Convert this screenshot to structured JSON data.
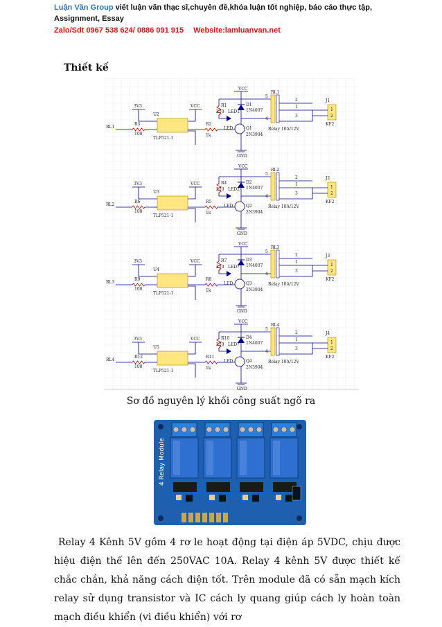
{
  "header": {
    "brand": "Luận Văn Group",
    "line1_rest": " viết luận văn thạc sĩ,chuyên đề,khóa luận tốt nghiệp, báo cáo thực tập,",
    "line2": "Assignment, Essay",
    "contact": "Zalo/Sdt 0967 538 624/ 0886 091 915",
    "website": "Website:lamluanvan.net"
  },
  "section_title": "Thiết kế",
  "schematic": {
    "channels": [
      {
        "in": "RL1",
        "opto": "U2",
        "r_in": "R3",
        "r_led": "R1",
        "led": "LED1",
        "r_base": "R2",
        "q": "Q1",
        "d": "D1",
        "relay": "RL1",
        "j": "J1"
      },
      {
        "in": "RL2",
        "opto": "U3",
        "r_in": "R6",
        "r_led": "R4",
        "led": "LED2",
        "r_base": "R5",
        "q": "Q2",
        "d": "D2",
        "relay": "RL2",
        "j": "J2"
      },
      {
        "in": "RL3",
        "opto": "U4",
        "r_in": "R9",
        "r_led": "R7",
        "led": "LED?",
        "r_base": "R8",
        "q": "Q3",
        "d": "D3",
        "relay": "RL3",
        "j": "J3"
      },
      {
        "in": "RL4",
        "opto": "U5",
        "r_in": "R12",
        "r_led": "R10",
        "led": "LED?",
        "r_base": "R11",
        "q": "Q4",
        "d": "D4",
        "relay": "RL4",
        "j": "J4"
      }
    ],
    "labels": {
      "v33": "3V3",
      "vcc": "VCC",
      "gnd": "GND",
      "opto_part": "TLP521-1",
      "r100": "100",
      "r220": "220",
      "r1k": "1k",
      "diode": "1N4007",
      "transistor": "2N3904",
      "relay_part": "Relay 10A/12V",
      "conn": "KF2",
      "led": "LED",
      "p1": "1",
      "p2": "2",
      "p3": "3",
      "p4": "4",
      "p5": "5"
    }
  },
  "caption": "Sơ đồ nguyên lý khối công suất ngõ ra",
  "photo": {
    "board_color": "#1f5fb0",
    "relay_color": "#2f6fd0",
    "terminal_color": "#2a7fe0",
    "side_text": "4 Relay Module"
  },
  "paragraph": "Relay 4 Kênh 5V gồm 4 rơ le hoạt động tại điện áp 5VDC, chịu được hiệu điện thế lên đến 250VAC 10A. Relay 4 kênh 5V được thiết kế chắc chắn, khả năng cách điện tốt. Trên module đã có sẵn mạch kích relay sử dụng transistor và IC cách ly quang giúp cách ly hoàn toàn mạch điều khiển (vi điều khiển) với rơ"
}
